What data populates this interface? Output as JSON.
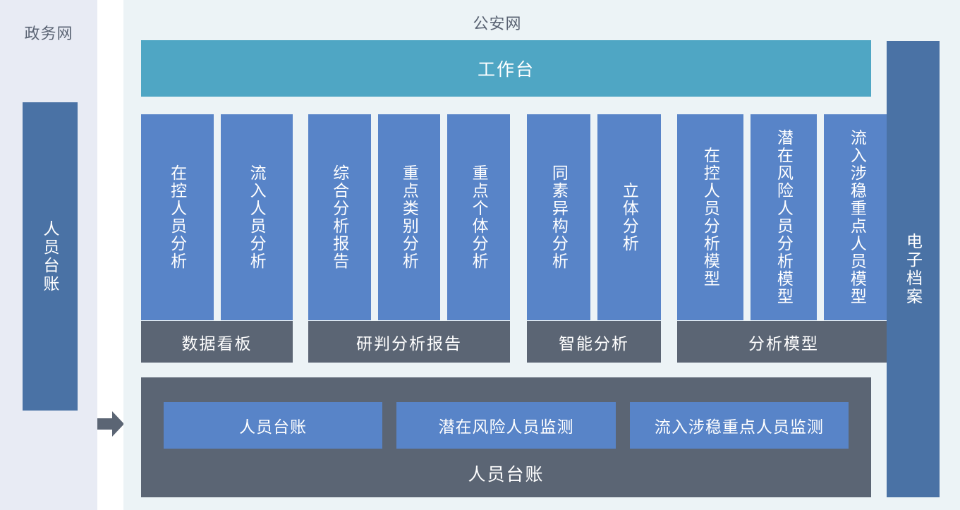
{
  "left_panel": {
    "title": "政务网",
    "vertical_bar_label": "人员台账",
    "arrow_icon": "arrow-right-icon",
    "colors": {
      "background": "#e8ebf4",
      "bar": "#4a72a5",
      "arrow": "#5b6574"
    }
  },
  "main_panel": {
    "title": "公安网",
    "workbench": {
      "label": "工作台",
      "color": "#4fa6c4"
    },
    "colors": {
      "background": "#ecf3f6",
      "card": "#5884c8",
      "group_footer": "#5b6574"
    },
    "groups": [
      {
        "footer_label": "数据看板",
        "cards": [
          "在控人员分析",
          "流入人员分析"
        ]
      },
      {
        "footer_label": "研判分析报告",
        "cards": [
          "综合分析报告",
          "重点类别分析",
          "重点个体分析"
        ]
      },
      {
        "footer_label": "智能分析",
        "cards": [
          "同素异构分析",
          "立体分析"
        ]
      },
      {
        "footer_label": "分析模型",
        "cards": [
          "在控人员分析模型",
          "潜在风险人员分析模型",
          "流入涉稳重点人员模型"
        ]
      }
    ],
    "ledger_section": {
      "caption": "人员台账",
      "tiles": [
        "人员台账",
        "潜在风险人员监测",
        "流入涉稳重点人员监测"
      ]
    }
  },
  "right_panel": {
    "vertical_bar_label": "电子档案",
    "colors": {
      "bar": "#4a72a5"
    }
  }
}
